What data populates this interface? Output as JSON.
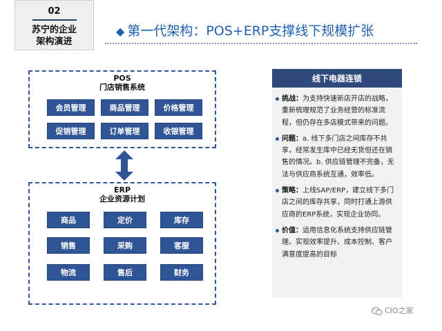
{
  "badge": {
    "number": "02",
    "line1": "苏宁的企业",
    "line2": "架构演进"
  },
  "header": {
    "diamond": "◆",
    "title": "第一代架构：POS+ERP支撑线下规模扩张"
  },
  "pos": {
    "name": "POS",
    "subtitle": "门店销售系统",
    "modules": [
      "会员管理",
      "商品管理",
      "价格管理",
      "促销管理",
      "订单管理",
      "收银管理"
    ]
  },
  "erp": {
    "name": "ERP",
    "subtitle": "企业资源计划",
    "modules": [
      "商品",
      "定价",
      "库存",
      "销售",
      "采购",
      "客服",
      "物流",
      "售后",
      "财务"
    ]
  },
  "panel": {
    "title": "线下电器连锁",
    "items": [
      {
        "label": "挑战：",
        "text": "为支持快速新店开店的战略，重新梳理规范了业务经营的标准流程，但仍存在多店模式带来的问题。"
      },
      {
        "label": "问题：",
        "text": "a. 线下多门店之间库存不共享，经常发生库中已经无货但还在销售的情况。b. 供应链管理不完备，无法与供应商系统互通，效率低。"
      },
      {
        "label": "策略：",
        "text": "上线SAP/ERP，建立线下多门店之间的库存共享，同时打通上游供应商的ERP系统，实现企业协同。"
      },
      {
        "label": "价值：",
        "text": "运用信息化系统支持供应链管理。实现效率提升、成本控制、客户满意度提高的目标"
      }
    ]
  },
  "watermark": {
    "text": "CIO之家",
    "icon": "wechat-icon"
  },
  "colors": {
    "module_fill": "#2f5597",
    "panel_head": "#2f4a7a",
    "title": "#1f5fb0"
  }
}
